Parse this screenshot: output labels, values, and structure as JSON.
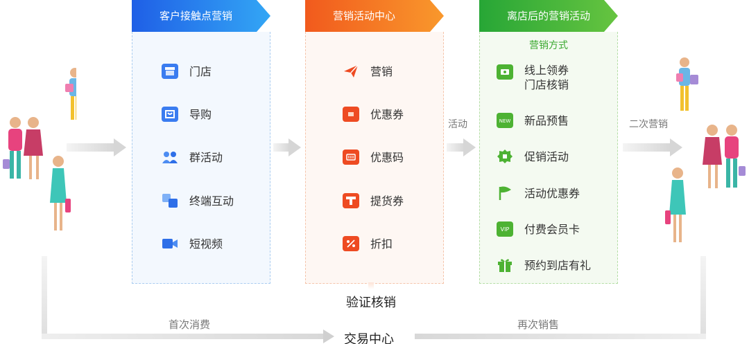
{
  "columns": [
    {
      "title": "客户接触点营销",
      "items": [
        {
          "label": "门店",
          "icon": "store-icon"
        },
        {
          "label": "导购",
          "icon": "shopping-bag-icon"
        },
        {
          "label": "群活动",
          "icon": "group-icon"
        },
        {
          "label": "终端互动",
          "icon": "interact-icon"
        },
        {
          "label": "短视频",
          "icon": "video-icon"
        }
      ]
    },
    {
      "title": "营销活动中心",
      "items": [
        {
          "label": "营销",
          "icon": "paper-plane-icon"
        },
        {
          "label": "优惠券",
          "icon": "coupon-icon"
        },
        {
          "label": "优惠码",
          "icon": "code-icon"
        },
        {
          "label": "提货券",
          "icon": "pickup-coupon-icon"
        },
        {
          "label": "折扣",
          "icon": "percent-icon"
        }
      ]
    },
    {
      "title": "离店后的营销活动",
      "subtitle": "营销方式",
      "items": [
        {
          "label": "线上领券",
          "label2": "门店核销",
          "icon": "online-coupon-icon"
        },
        {
          "label": "新品预售",
          "icon": "new-badge-icon"
        },
        {
          "label": "促销活动",
          "icon": "promo-icon"
        },
        {
          "label": "活动优惠券",
          "icon": "flag-icon"
        },
        {
          "label": "付费会员卡",
          "icon": "vip-icon"
        },
        {
          "label": "预约到店有礼",
          "icon": "gift-icon"
        }
      ]
    }
  ],
  "arrows": {
    "activity": "活动",
    "second_marketing": "二次营销"
  },
  "bottom": {
    "verify": "验证核销",
    "first_purchase": "首次消费",
    "trade_center": "交易中心",
    "repurchase": "再次销售"
  },
  "colors": {
    "blue": "#2f7cf0",
    "orange": "#f15a1d",
    "green": "#3aa82f"
  }
}
